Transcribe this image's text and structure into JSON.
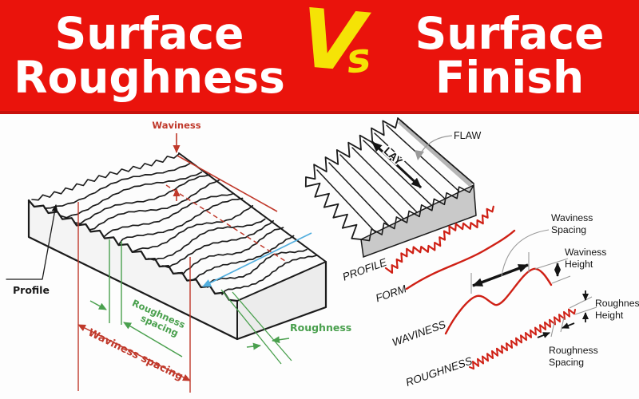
{
  "header": {
    "left_line1": "Surface",
    "left_line2": "Roughness",
    "vs_v": "V",
    "vs_s": "s",
    "right_line1": "Surface",
    "right_line2": "Finish",
    "bg_color": "#ea130c",
    "text_color": "#ffffff",
    "vs_color": "#f5e306"
  },
  "left_diagram": {
    "waviness": "Waviness",
    "profile": "Profile",
    "roughness_spacing_l1": "Roughness",
    "roughness_spacing_l2": "spacing",
    "waviness_spacing": "Waviness spacing",
    "roughness": "Roughness",
    "colors": {
      "red": "#c0392b",
      "green": "#4aa04e",
      "blue": "#52aede",
      "ink": "#1b1b1b"
    }
  },
  "right_diagram": {
    "flaw": "FLAW",
    "lay": "LAY",
    "profile": "PROFILE",
    "form": "FORM",
    "waviness": "WAVINESS",
    "roughness": "ROUGHNESS",
    "waviness_spacing_l1": "Waviness",
    "waviness_spacing_l2": "Spacing",
    "waviness_height_l1": "Waviness",
    "waviness_height_l2": "Height",
    "roughness_height_l1": "Roughness",
    "roughness_height_l2": "Height",
    "roughness_spacing_l1": "Roughness",
    "roughness_spacing_l2": "Spacing",
    "colors": {
      "wave": "#cf2015",
      "ink": "#141414",
      "gray_face": "#c9c9c9",
      "leader": "#999999"
    }
  }
}
